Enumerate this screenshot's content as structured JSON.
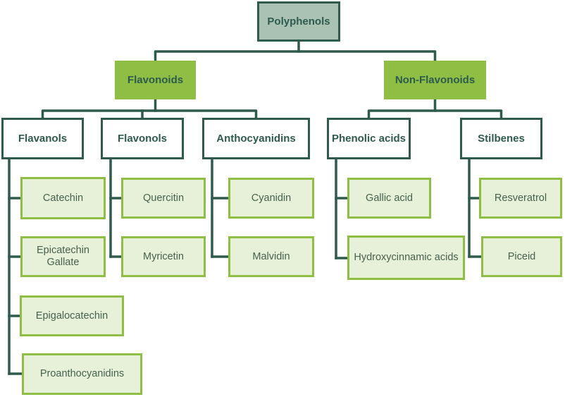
{
  "colors": {
    "dark_teal": "#2E5B4C",
    "root_fill": "#A9C2B4",
    "green": "#8FBE45",
    "leaf_fill": "#E7F0D9",
    "leaf_text": "#47614F",
    "background": "#FFFFFF"
  },
  "tree": {
    "root": "Polyphenols",
    "children": [
      {
        "label": "Flavonoids",
        "children": [
          {
            "label": "Flavanols",
            "children": [
              "Catechin",
              "Epicatechin Gallate",
              "Epigalocatechin",
              "Proanthocyanidins"
            ]
          },
          {
            "label": "Flavonols",
            "children": [
              "Quercitin",
              "Myricetin"
            ]
          },
          {
            "label": "Anthocyanidins",
            "children": [
              "Cyanidin",
              "Malvidin"
            ]
          }
        ]
      },
      {
        "label": "Non-Flavonoids",
        "children": [
          {
            "label": "Phenolic acids",
            "children": [
              "Gallic acid",
              "Hydroxycinnamic acids"
            ]
          },
          {
            "label": "Stilbenes",
            "children": [
              "Resveratrol",
              "Piceid"
            ]
          }
        ]
      }
    ]
  }
}
